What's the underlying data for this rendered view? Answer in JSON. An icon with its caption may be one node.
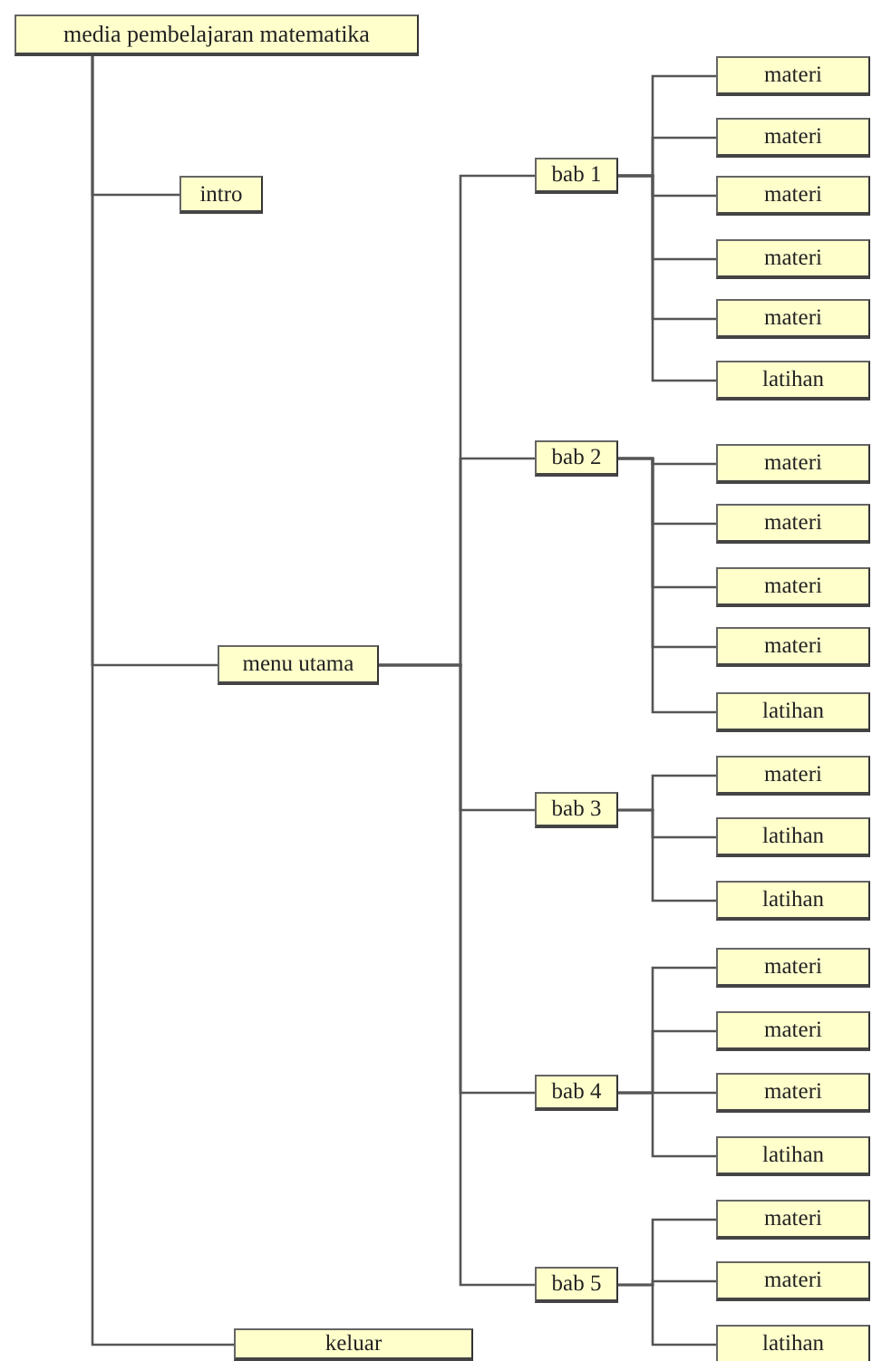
{
  "diagram": {
    "nodes": [
      {
        "text": [
          "media pembelajaran matematika"
        ]
      },
      {
        "text": [
          "intro"
        ]
      },
      {
        "text": [
          "menu utama"
        ]
      },
      {
        "text": [
          "bab 1"
        ]
      },
      {
        "text": [
          "materi"
        ]
      },
      {
        "text": [
          "materi"
        ]
      },
      {
        "text": [
          "materi"
        ]
      },
      {
        "text": [
          "materi"
        ]
      },
      {
        "text": [
          "materi"
        ]
      },
      {
        "text": [
          "latihan"
        ]
      },
      {
        "text": [
          "bab 2"
        ]
      },
      {
        "text": [
          "materi"
        ]
      },
      {
        "text": [
          "materi"
        ]
      },
      {
        "text": [
          "materi"
        ]
      },
      {
        "text": [
          "materi"
        ]
      },
      {
        "text": [
          "latihan"
        ]
      },
      {
        "text": [
          "bab 3"
        ]
      },
      {
        "text": [
          "materi"
        ]
      },
      {
        "text": [
          "latihan"
        ]
      },
      {
        "text": [
          "latihan"
        ]
      },
      {
        "text": [
          "bab 4"
        ]
      },
      {
        "text": [
          "materi"
        ]
      },
      {
        "text": [
          "materi"
        ]
      },
      {
        "text": [
          "materi"
        ]
      },
      {
        "text": [
          "latihan"
        ]
      },
      {
        "text": [
          "bab 5"
        ]
      },
      {
        "text": [
          "materi"
        ]
      },
      {
        "text": [
          "materi"
        ]
      },
      {
        "text": [
          "latihan"
        ]
      },
      {
        "text": [
          "keluar"
        ]
      }
    ],
    "edges": [
      {
        "from": 0,
        "to": 1,
        "arrow": "none"
      },
      {
        "from": 0,
        "to": 2,
        "arrow": "none"
      },
      {
        "from": 0,
        "to": 29,
        "arrow": "none"
      },
      {
        "from": 2,
        "to": 3,
        "arrow": "none"
      },
      {
        "from": 2,
        "to": 10,
        "arrow": "none"
      },
      {
        "from": 2,
        "to": 16,
        "arrow": "none"
      },
      {
        "from": 2,
        "to": 20,
        "arrow": "none"
      },
      {
        "from": 2,
        "to": 25,
        "arrow": "none"
      },
      {
        "from": 3,
        "to": 4,
        "arrow": "none"
      },
      {
        "from": 3,
        "to": 5,
        "arrow": "none"
      },
      {
        "from": 3,
        "to": 6,
        "arrow": "none"
      },
      {
        "from": 3,
        "to": 7,
        "arrow": "none"
      },
      {
        "from": 3,
        "to": 8,
        "arrow": "none"
      },
      {
        "from": 3,
        "to": 9,
        "arrow": "none"
      },
      {
        "from": 10,
        "to": 11,
        "arrow": "none"
      },
      {
        "from": 10,
        "to": 12,
        "arrow": "none"
      },
      {
        "from": 10,
        "to": 13,
        "arrow": "none"
      },
      {
        "from": 10,
        "to": 14,
        "arrow": "none"
      },
      {
        "from": 10,
        "to": 15,
        "arrow": "none"
      },
      {
        "from": 16,
        "to": 17,
        "arrow": "none"
      },
      {
        "from": 16,
        "to": 18,
        "arrow": "none"
      },
      {
        "from": 16,
        "to": 19,
        "arrow": "none"
      },
      {
        "from": 20,
        "to": 21,
        "arrow": "none"
      },
      {
        "from": 20,
        "to": 22,
        "arrow": "none"
      },
      {
        "from": 20,
        "to": 23,
        "arrow": "none"
      },
      {
        "from": 20,
        "to": 24,
        "arrow": "none"
      },
      {
        "from": 25,
        "to": 26,
        "arrow": "none"
      },
      {
        "from": 25,
        "to": 27,
        "arrow": "none"
      },
      {
        "from": 25,
        "to": 28,
        "arrow": "none"
      }
    ]
  }
}
